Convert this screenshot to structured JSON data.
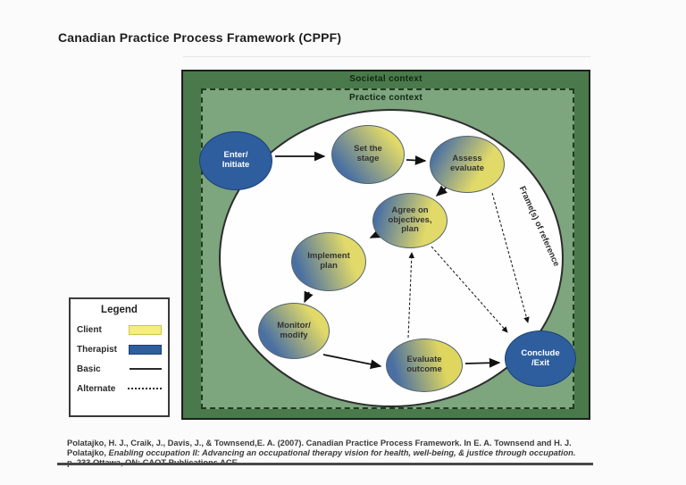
{
  "page": {
    "title": "Canadian Practice Process Framework (CPPF)"
  },
  "diagram": {
    "outer_label": "Societal context",
    "inner_label": "Practice context",
    "frame_of_reference_label": "Frame(s) of reference",
    "nodes": [
      {
        "id": "enter-initiate",
        "label": "Enter/\nInitiate",
        "actor": "therapist"
      },
      {
        "id": "set-the-stage",
        "label": "Set the\nstage",
        "actor": "client-therapist"
      },
      {
        "id": "assess-evaluate",
        "label": "Assess\nevaluate",
        "actor": "client-therapist"
      },
      {
        "id": "agree-objectives-plan",
        "label": "Agree on\nobjectives,\nplan",
        "actor": "client-therapist"
      },
      {
        "id": "implement-plan",
        "label": "Implement\nplan",
        "actor": "client-therapist"
      },
      {
        "id": "monitor-modify",
        "label": "Monitor/\nmodify",
        "actor": "client-therapist"
      },
      {
        "id": "evaluate-outcome",
        "label": "Evaluate\noutcome",
        "actor": "client-therapist"
      },
      {
        "id": "conclude-exit",
        "label": "Conclude\n/Exit",
        "actor": "therapist"
      }
    ],
    "edges": [
      {
        "from": "enter-initiate",
        "to": "set-the-stage",
        "style": "basic"
      },
      {
        "from": "set-the-stage",
        "to": "assess-evaluate",
        "style": "basic"
      },
      {
        "from": "assess-evaluate",
        "to": "agree-objectives-plan",
        "style": "basic"
      },
      {
        "from": "agree-objectives-plan",
        "to": "implement-plan",
        "style": "basic"
      },
      {
        "from": "implement-plan",
        "to": "monitor-modify",
        "style": "basic"
      },
      {
        "from": "monitor-modify",
        "to": "evaluate-outcome",
        "style": "basic"
      },
      {
        "from": "evaluate-outcome",
        "to": "conclude-exit",
        "style": "basic"
      },
      {
        "from": "evaluate-outcome",
        "to": "agree-objectives-plan",
        "style": "alternate"
      },
      {
        "from": "agree-objectives-plan",
        "to": "conclude-exit",
        "style": "alternate"
      },
      {
        "from": "assess-evaluate",
        "to": "conclude-exit",
        "style": "alternate"
      }
    ]
  },
  "legend": {
    "title": "Legend",
    "items": [
      {
        "label": "Client",
        "style": "yellow-swatch"
      },
      {
        "label": "Therapist",
        "style": "blue-swatch"
      },
      {
        "label": "Basic",
        "style": "solid-line"
      },
      {
        "label": "Alternate",
        "style": "dotted-line"
      }
    ]
  },
  "citation": {
    "part1": "Polatajko, H. J., Craik, J., Davis, J., & Townsend,E. A. (2007). Canadian Practice Process Framework. In E. A. Townsend and H. J. Polatajko, ",
    "italic": "Enabling occupation II: Advancing an occupational therapy vision for health, well-being, & justice through occupation.",
    "part2": " p. 233 Ottawa, ON: CAOT Publications ACE."
  },
  "colors": {
    "outer_green": "#4a7a4b",
    "inner_green": "#7da57e",
    "therapist_blue": "#2e5e9e",
    "client_yellow": "#e2da68",
    "legend_yellow": "#f5ef7a"
  }
}
